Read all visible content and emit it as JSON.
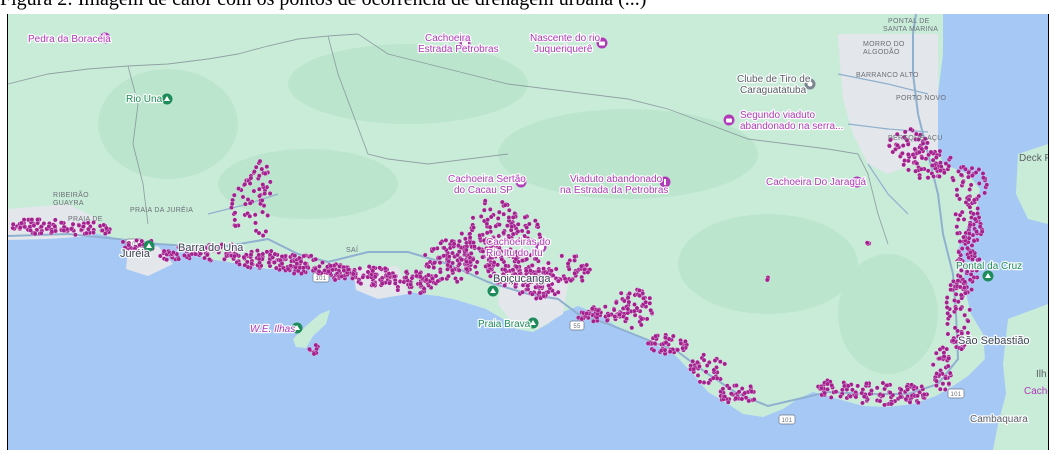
{
  "caption": "Figura 2: Imagem de calor com os pontos de ocorrência de drenagem urbana (...)",
  "colors": {
    "land": "#c9ecd9",
    "land_dark": "#b6e3c9",
    "sea": "#a6c8f5",
    "urban": "#e3e6ea",
    "road": "#8fb0cf",
    "dots": "#a3208f",
    "poi_pink": "#b03ab8",
    "poi_green": "#1e8c5a"
  },
  "labels": {
    "pedra_boraceia": "Pedra da Boraceia",
    "cachoeira_petrobras_1": "Cachoeira",
    "cachoeira_petrobras_2": "Estrada Petrobras",
    "nascente_1": "Nascente do rio",
    "nascente_2": "Juqueriquerê",
    "pontal_1": "PONTAL DE",
    "pontal_2": "SANTA MARINA",
    "morro_1": "MORRO DO",
    "morro_2": "ALGODÃO",
    "barranco": "BARRANCO ALTO",
    "porto_novo": "PORTO NOVO",
    "clube_1": "Clube de Tiro de",
    "clube_2": "Caraguatatuba",
    "segundo_1": "Segundo viaduto",
    "segundo_2": "abandonado na serra...",
    "rio_una": "Rio Una",
    "perequeacu": "PEREQUÊ-AÇU",
    "deck": "Deck P",
    "ribeirao_1": "RIBEIRÃO",
    "ribeirao_2": "GUAYRA",
    "praia_juréia": "PRAIA DA JURÉIA",
    "praia_barra": "PRAIA DE",
    "cachoeira_sertao_1": "Cachoeira Sertão",
    "cachoeira_sertao_2": "do Cacau SP",
    "viaduto_1": "Viaduto abandonado",
    "viaduto_2": "na Estrada da Petrobras",
    "cachoeira_jaragua": "Cachoeira Do Jaraguá",
    "jureia": "Juréia",
    "barra_una": "Barra do Una",
    "sai": "SAÍ",
    "route_101_a": "101",
    "route_101_b": "101",
    "route_101_c": "101",
    "route_101_d": "101",
    "route_55": "55",
    "cachoeira_itu_1": "Cachoeiras do",
    "cachoeira_itu_2": "Rio Itu do Itu",
    "boicucanga": "Boiçucanga",
    "praia_brava": "Praia Brava",
    "ilhas_label": "W.E. Ilhas",
    "pontal_cruz": "Pontal da Cruz",
    "sao_sebastiao": "São Sebastião",
    "cambaquara": "Cambaquara",
    "ilha": "Ilh",
    "cacho": "Cacho"
  },
  "icons": {
    "poi_camera": "camera-icon",
    "poi_nature": "tree-icon",
    "poi_target": "target-icon",
    "poi_monument": "monument-icon"
  }
}
